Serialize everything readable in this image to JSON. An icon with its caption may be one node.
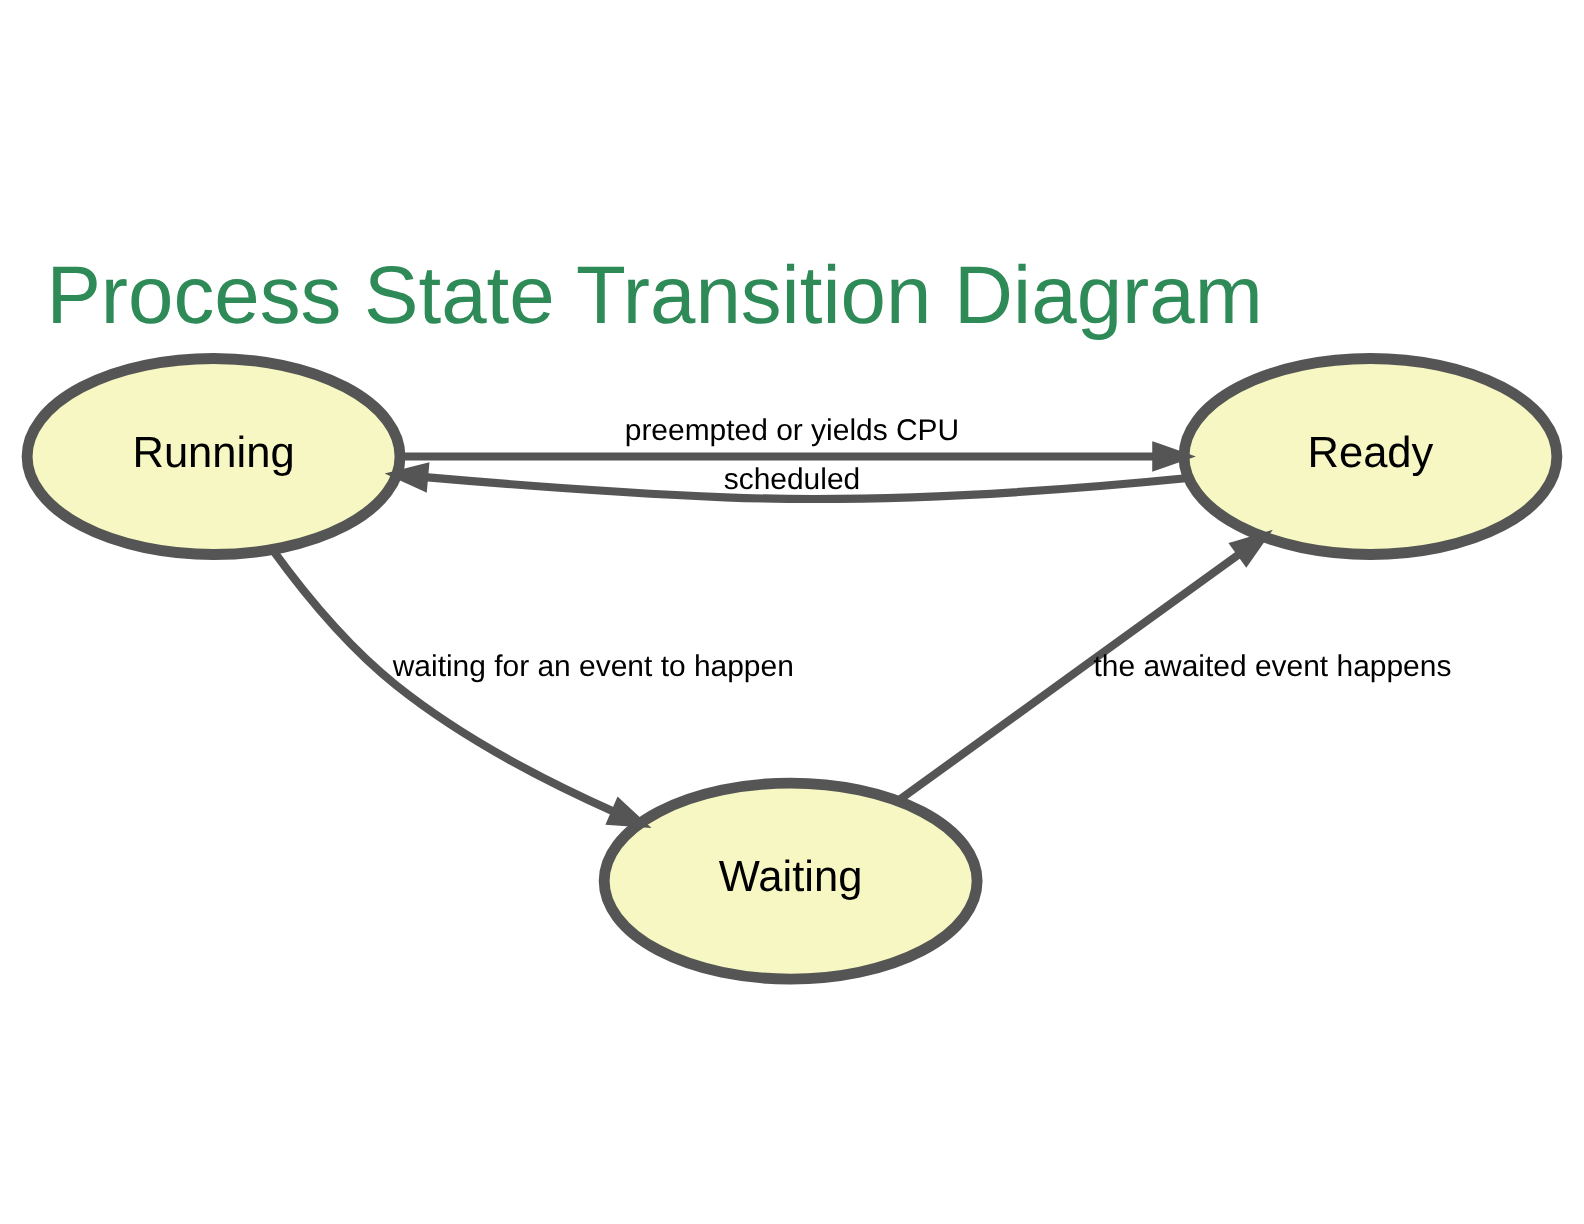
{
  "diagram": {
    "title": "Process State Transition Diagram",
    "nodes": [
      {
        "text": [
          "Running"
        ]
      },
      {
        "text": [
          "Ready"
        ]
      },
      {
        "text": [
          "Waiting"
        ]
      }
    ],
    "edges": [
      {
        "from": 0,
        "to": 1,
        "arrow": "to",
        "label": "preempted or yields CPU"
      },
      {
        "from": 1,
        "to": 0,
        "arrow": "to",
        "label": "scheduled"
      },
      {
        "from": 0,
        "to": 2,
        "arrow": "to",
        "label": "waiting for an event to happen"
      },
      {
        "from": 2,
        "to": 1,
        "arrow": "to",
        "label": "the awaited event happens"
      }
    ]
  }
}
